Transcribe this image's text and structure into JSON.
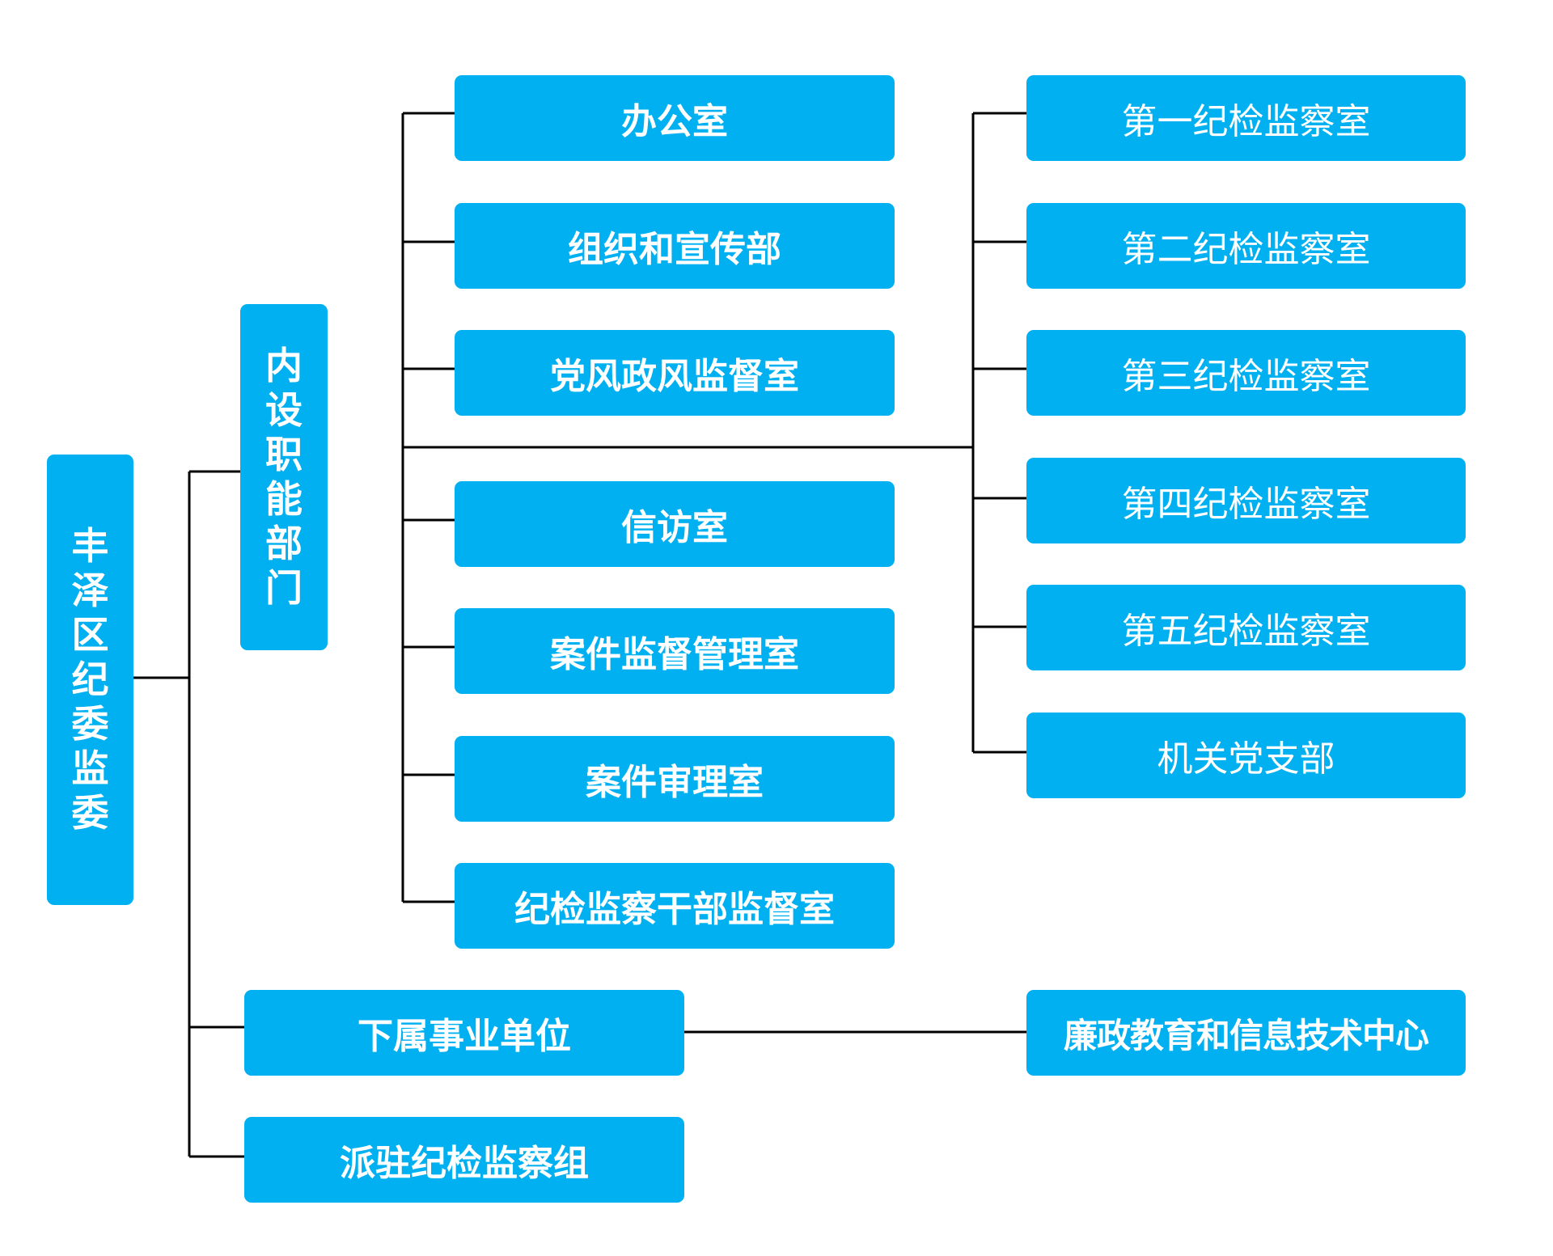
{
  "diagram": {
    "root": {
      "label": "丰泽区纪委监委"
    },
    "internal": {
      "label": "内设职能部门",
      "left_departments": [
        "办公室",
        "组织和宣传部",
        "党风政风监督室",
        "信访室",
        "案件监督管理室",
        "案件审理室",
        "纪检监察干部监督室"
      ],
      "right_departments": [
        "第一纪检监察室",
        "第二纪检监察室",
        "第三纪检监察室",
        "第四纪检监察室",
        "第五纪检监察室",
        "机关党支部"
      ]
    },
    "affiliated": {
      "label": "下属事业单位",
      "child": "廉政教育和信息技术中心"
    },
    "dispatched": {
      "label": "派驻纪检监察组"
    },
    "colors": {
      "node_fill": "#00b0f0",
      "node_text": "#ffffff",
      "connector": "#000000"
    }
  }
}
